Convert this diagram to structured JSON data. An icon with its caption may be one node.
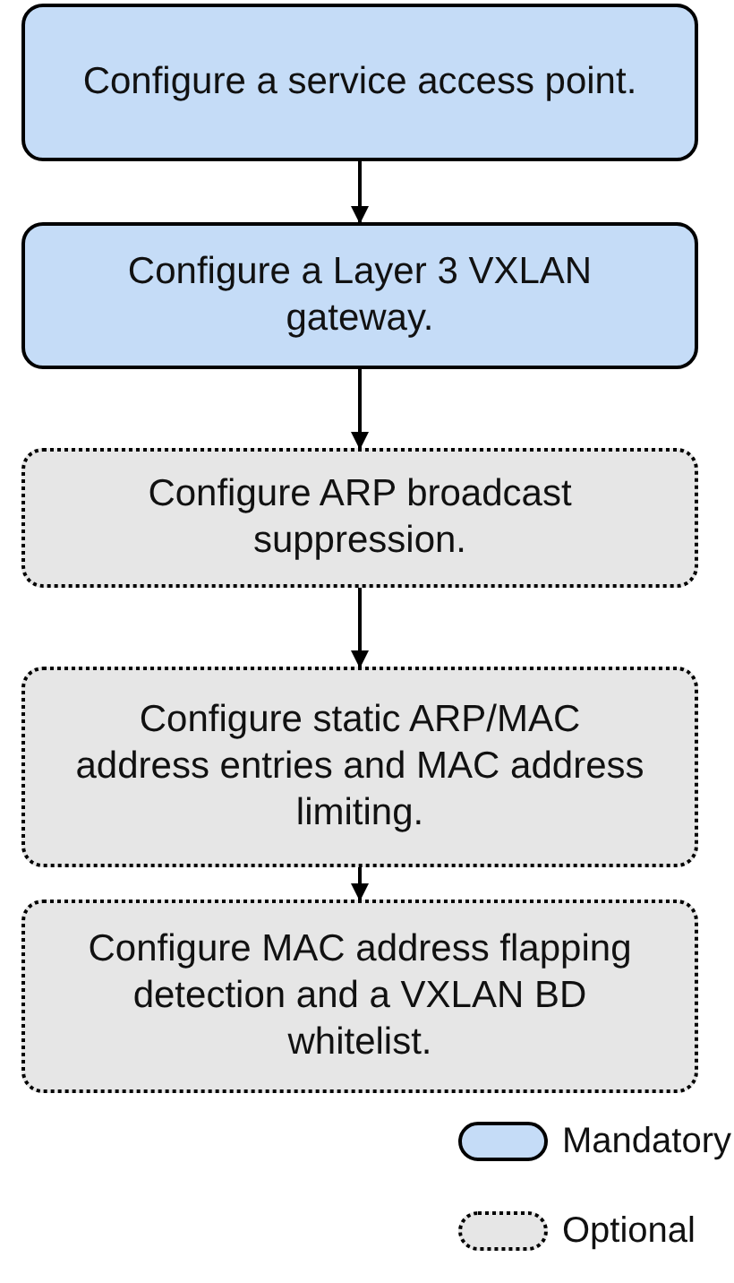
{
  "diagram": {
    "nodes": [
      {
        "text": [
          "Configure a service access point."
        ]
      },
      {
        "text": [
          "Configure a Layer 3 VXLAN gateway."
        ]
      },
      {
        "text": [
          "Configure ARP broadcast suppression."
        ]
      },
      {
        "text": [
          "Configure static ARP/MAC address entries and MAC address limiting."
        ]
      },
      {
        "text": [
          "Configure MAC address flapping detection and a VXLAN BD whitelist."
        ]
      }
    ],
    "edges": [
      {
        "from": 0,
        "to": 1,
        "arrow": "to"
      },
      {
        "from": 1,
        "to": 2,
        "arrow": "to"
      },
      {
        "from": 2,
        "to": 3,
        "arrow": "to"
      },
      {
        "from": 3,
        "to": 4,
        "arrow": "to"
      }
    ],
    "legend": [
      {
        "text": "Mandatory",
        "color": "#c5dcf7"
      },
      {
        "text": "Optional",
        "color": "#e6e6e6"
      }
    ]
  }
}
